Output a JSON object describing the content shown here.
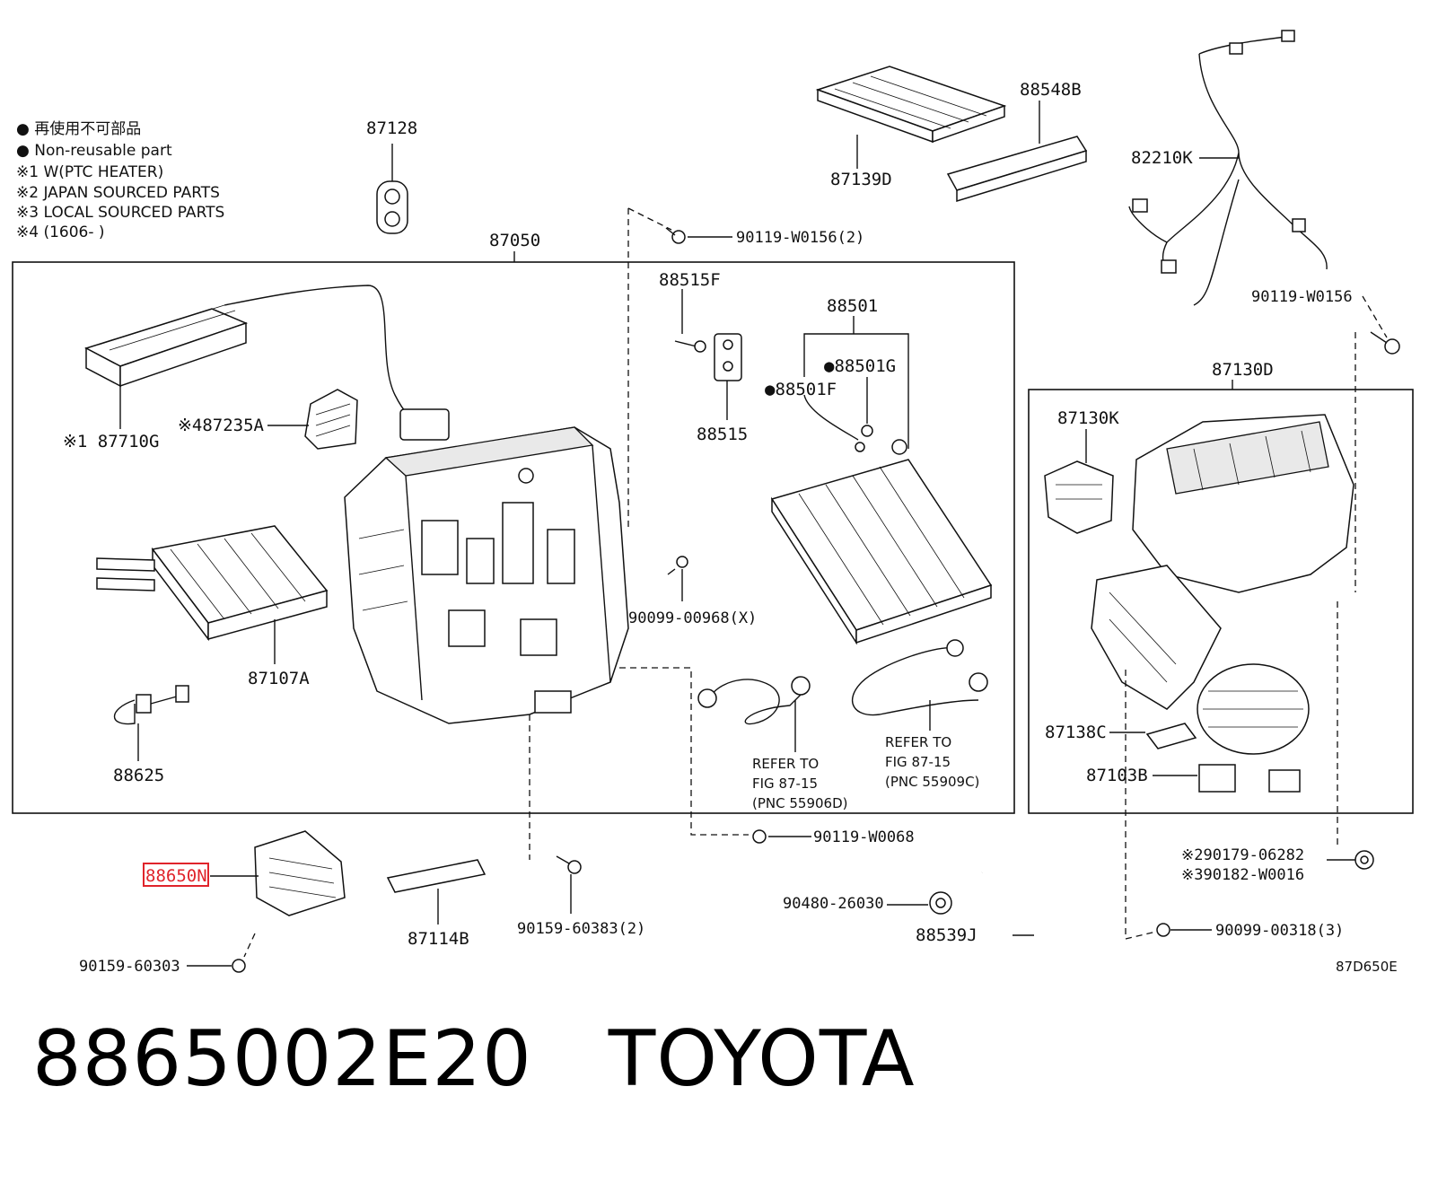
{
  "legend": {
    "line1": "● 再使用不可部品",
    "line2": "● Non-reusable part",
    "line3": "※1 W(PTC HEATER)",
    "line4": "※2 JAPAN SOURCED PARTS",
    "line5": "※3 LOCAL SOURCED PARTS",
    "line6": "※4 (1606-   )"
  },
  "labels": {
    "p87128": "87128",
    "p87050": "87050",
    "p87139D": "87139D",
    "p88548B": "88548B",
    "p82210K": "82210K",
    "p90119W0156_2": "90119-W0156(2)",
    "p90119W0156": "90119-W0156",
    "p88515F": "88515F",
    "p88515": "88515",
    "p88501": "88501",
    "p88501G": "●88501G",
    "p88501F": "●88501F",
    "p87710G": "※1 87710G",
    "p87235A": "※487235A",
    "p87130D": "87130D",
    "p87130K": "87130K",
    "p87107A": "87107A",
    "p90099_00968": "90099-00968(X)",
    "p88625": "88625",
    "p87138C": "87138C",
    "p87103B": "87103B",
    "p90119W0068": "90119-W0068",
    "p88650N": "88650N",
    "p87114B": "87114B",
    "p90159_60383": "90159-60383(2)",
    "p90159_60303": "90159-60303",
    "p90480_26030": "90480-26030",
    "p88539J": "88539J",
    "p90179_06282": "※290179-06282",
    "p90182_W0016": "※390182-W0016",
    "p90099_00318": "90099-00318(3)",
    "figcode": "87D650E"
  },
  "refs": {
    "left": {
      "l1": "REFER TO",
      "l2": "FIG 87-15",
      "l3": "(PNC 55906D)"
    },
    "right": {
      "l1": "REFER TO",
      "l2": "FIG 87-15",
      "l3": "(PNC 55909C)"
    }
  },
  "highlight_color": "#e0242b",
  "caption": {
    "part_number": "8865002E20",
    "brand": "TOYOTA"
  }
}
